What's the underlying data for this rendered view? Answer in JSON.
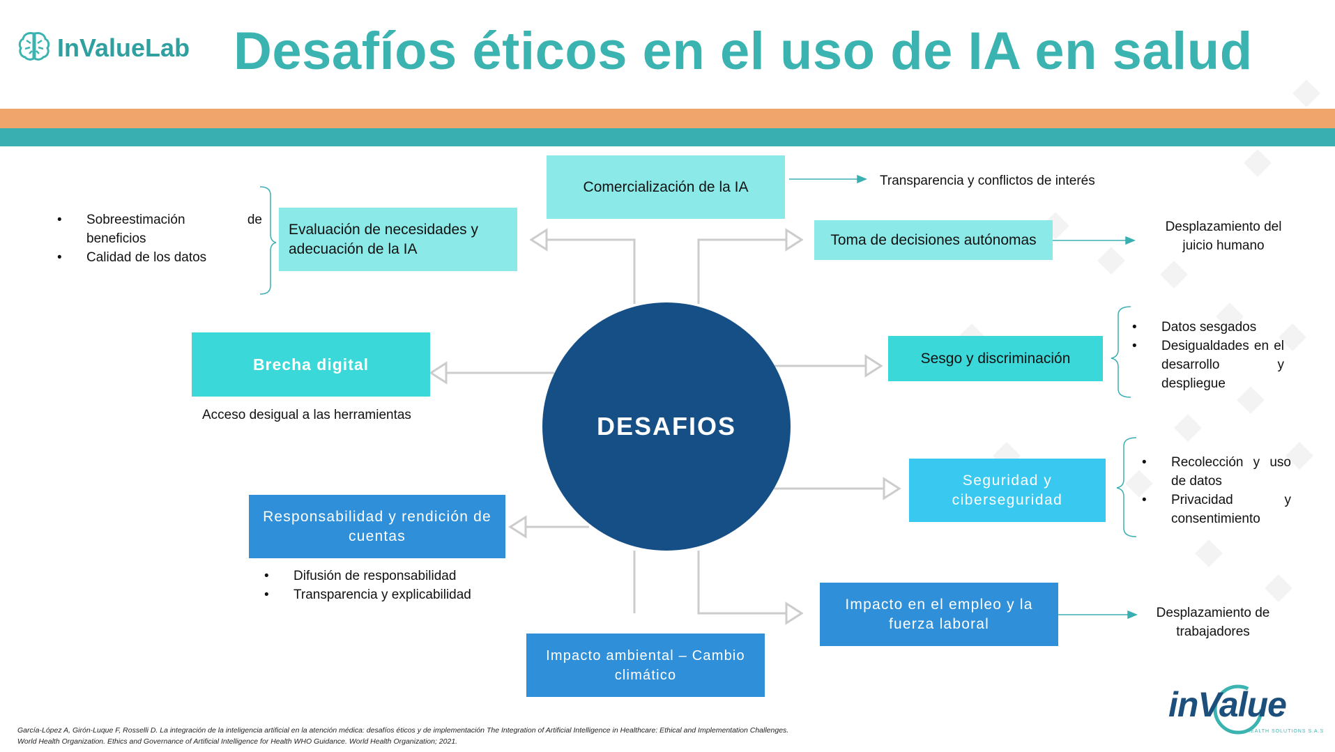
{
  "header": {
    "logo_text": "InValueLab",
    "title": "Desafíos éticos en el uso de IA en salud"
  },
  "colors": {
    "title": "#3bb3b0",
    "stripe_orange": "#f0a56d",
    "stripe_teal": "#3aafb2",
    "center": "#154f86",
    "box_light": "#8beae8",
    "box_mid": "#3ad8d8",
    "box_sky": "#39c8ef",
    "box_blue": "#2f8fd8"
  },
  "diagram": {
    "center": "DESAFIOS",
    "nodes": {
      "comercializacion": {
        "label": "Comercialización de la IA",
        "note": "Transparencia y conflictos de interés"
      },
      "evaluacion": {
        "label": "Evaluación de necesidades y adecuación de la IA",
        "bullets": [
          "Sobreestimación de beneficios",
          "Calidad de los datos"
        ]
      },
      "toma": {
        "label": "Toma de decisiones autónomas",
        "note": "Desplazamiento del juicio humano"
      },
      "brecha": {
        "label": "Brecha digital",
        "note": "Acceso desigual a las herramientas"
      },
      "sesgo": {
        "label": "Sesgo y discriminación",
        "bullets": [
          "Datos sesgados",
          "Desigualdades en el desarrollo y despliegue"
        ]
      },
      "seguridad": {
        "label": "Seguridad y ciberseguridad",
        "bullets": [
          "Recolección y uso de datos",
          "Privacidad y consentimiento"
        ]
      },
      "responsabilidad": {
        "label": "Responsabilidad y rendición de cuentas",
        "bullets": [
          "Difusión de responsabilidad",
          "Transparencia y explicabilidad"
        ]
      },
      "empleo": {
        "label": "Impacto en el empleo y la fuerza laboral",
        "note": "Desplazamiento de trabajadores"
      },
      "ambiental": {
        "label": "Impacto ambiental – Cambio climático"
      }
    }
  },
  "footer": {
    "reference_1": "García-López A, Girón-Luque F, Rosselli D. La integración de la inteligencia artificial en la atención médica: desafíos éticos y de implementación The Integration of Artificial Intelligence in Healthcare: Ethical and Implementation Challenges.",
    "reference_2": "World Health Organization. Ethics and Governance of Artificial Intelligence for Health WHO Guidance. World Health Organization; 2021.",
    "logo_main": "inValue",
    "logo_sub": "HEALTH SOLUTIONS S.A.S"
  }
}
